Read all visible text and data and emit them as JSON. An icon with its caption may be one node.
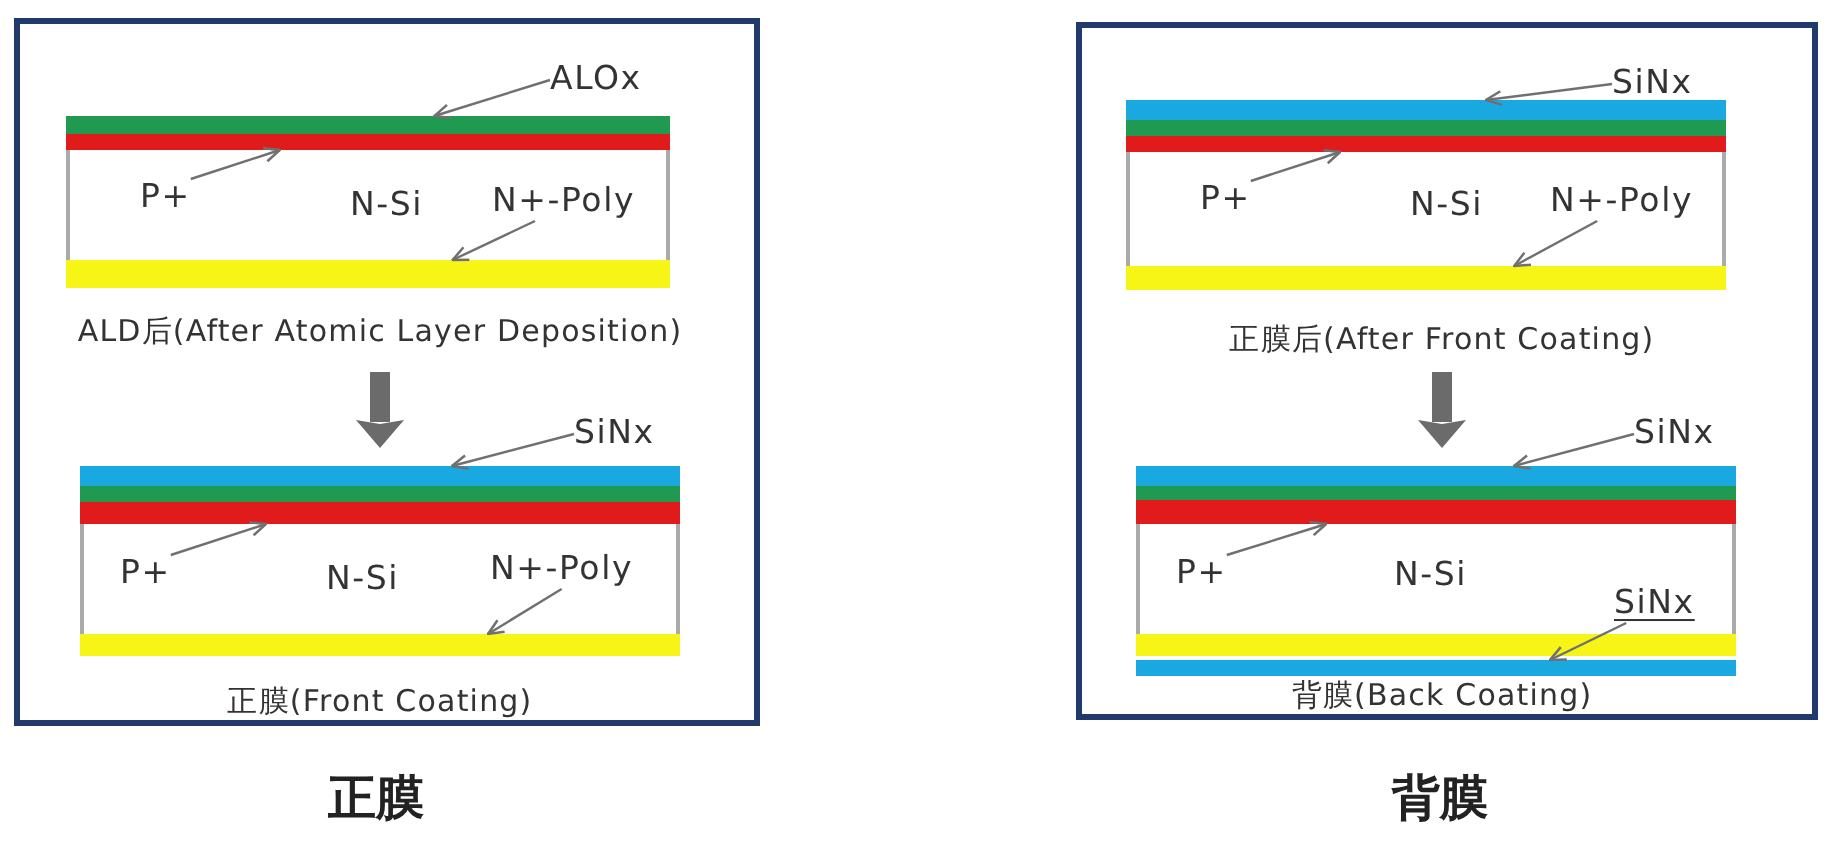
{
  "diagram": {
    "nodes": [
      {
        "text": [],
        "shape": "box",
        "beside": [
          "正膜"
        ]
      },
      {
        "text": [
          "ALD后(After Atomic Layer Deposition)"
        ],
        "in": 0
      },
      {
        "text": [
          "ALOx"
        ],
        "in": 0
      },
      {
        "text": [],
        "shape": "bar",
        "in": 1
      },
      {
        "text": [],
        "shape": "bar",
        "in": 1
      },
      {
        "text": [
          "N-Si"
        ],
        "in": 1
      },
      {
        "text": [
          "P+"
        ],
        "in": 5
      },
      {
        "text": [
          "N+-Poly"
        ],
        "in": 5
      },
      {
        "text": [],
        "shape": "bar",
        "in": 1
      },
      {
        "text": [
          "正膜(Front Coating)"
        ],
        "in": 0
      },
      {
        "text": [
          "SiNx"
        ],
        "in": 0
      },
      {
        "text": [],
        "shape": "bar",
        "in": 9
      },
      {
        "text": [],
        "shape": "bar",
        "in": 9
      },
      {
        "text": [],
        "shape": "bar",
        "in": 9
      },
      {
        "text": [
          "N-Si"
        ],
        "in": 9
      },
      {
        "text": [
          "P+"
        ],
        "in": 14
      },
      {
        "text": [
          "N+-Poly"
        ],
        "in": 14
      },
      {
        "text": [],
        "shape": "bar",
        "in": 9
      },
      {
        "text": [],
        "shape": "box",
        "beside": [
          "背膜"
        ]
      },
      {
        "text": [
          "正膜后(After Front Coating)"
        ],
        "in": 18
      },
      {
        "text": [
          "SiNx"
        ],
        "in": 18
      },
      {
        "text": [],
        "shape": "bar",
        "in": 19
      },
      {
        "text": [],
        "shape": "bar",
        "in": 19
      },
      {
        "text": [],
        "shape": "bar",
        "in": 19
      },
      {
        "text": [
          "N-Si"
        ],
        "in": 19
      },
      {
        "text": [
          "P+"
        ],
        "in": 24
      },
      {
        "text": [
          "N+-Poly"
        ],
        "in": 24
      },
      {
        "text": [],
        "shape": "bar",
        "in": 19
      },
      {
        "text": [
          "背膜(Back Coating)"
        ],
        "in": 18
      },
      {
        "text": [
          "SiNx"
        ],
        "in": 18
      },
      {
        "text": [],
        "shape": "bar",
        "in": 28
      },
      {
        "text": [],
        "shape": "bar",
        "in": 28
      },
      {
        "text": [],
        "shape": "bar",
        "in": 28
      },
      {
        "text": [
          "N-Si"
        ],
        "in": 28
      },
      {
        "text": [
          "P+"
        ],
        "in": 33
      },
      {
        "text": [
          "SiNx"
        ],
        "in": 33
      },
      {
        "text": [],
        "shape": "bar",
        "in": 28
      },
      {
        "text": [],
        "shape": "bar",
        "in": 28
      }
    ],
    "edges": [
      {
        "from": 2,
        "to": 3,
        "arrow": "to"
      },
      {
        "from": 6,
        "to": 4,
        "arrow": "to"
      },
      {
        "from": 7,
        "to": 8,
        "arrow": "to"
      },
      {
        "from": 1,
        "to": 9,
        "arrow": "to",
        "style": "thick"
      },
      {
        "from": 10,
        "to": 11,
        "arrow": "to"
      },
      {
        "from": 15,
        "to": 13,
        "arrow": "to"
      },
      {
        "from": 16,
        "to": 17,
        "arrow": "to"
      },
      {
        "from": 20,
        "to": 21,
        "arrow": "to"
      },
      {
        "from": 25,
        "to": 23,
        "arrow": "to"
      },
      {
        "from": 26,
        "to": 27,
        "arrow": "to"
      },
      {
        "from": 19,
        "to": 28,
        "arrow": "to",
        "style": "thick"
      },
      {
        "from": 29,
        "to": 30,
        "arrow": "to"
      },
      {
        "from": 34,
        "to": 32,
        "arrow": "to"
      },
      {
        "from": 35,
        "to": 37,
        "arrow": "to"
      }
    ]
  }
}
